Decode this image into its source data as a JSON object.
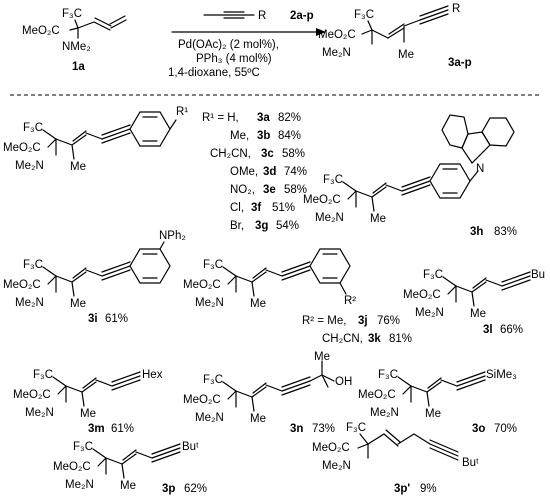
{
  "reaction": {
    "substrate_id": "1a",
    "reagent_id": "2a-p",
    "alkyne_R": "R",
    "product_id": "3a-p",
    "conditions": [
      "Pd(OAc)₂ (2 mol%),",
      "PPh₃ (4 mol%)",
      "1,4-dioxane, 55ºC"
    ]
  },
  "groups": {
    "cf3": "F₃C",
    "ester": "MeO₂C",
    "amine": "Me₂N",
    "amine_alt": "NMe₂",
    "methyl": "Me"
  },
  "aryl_series": {
    "r1_prefix": "R¹ = H,",
    "r1_label": "R¹",
    "items": [
      {
        "sub": "",
        "id": "3a",
        "yield": "82%"
      },
      {
        "sub": "Me,",
        "id": "3b",
        "yield": "84%"
      },
      {
        "sub": "CH₂CN,",
        "id": "3c",
        "yield": "58%"
      },
      {
        "sub": "OMe,",
        "id": "3d",
        "yield": "74%"
      },
      {
        "sub": "NO₂,",
        "id": "3e",
        "yield": "58%"
      },
      {
        "sub": "Cl,",
        "id": "3f",
        "yield": "51%"
      },
      {
        "sub": "Br,",
        "id": "3g",
        "yield": "54%"
      }
    ]
  },
  "products": {
    "p3h": {
      "id": "3h",
      "yield": "83%",
      "substituent": "N"
    },
    "p3i": {
      "id": "3i",
      "yield": "61%",
      "substituent": "NPh₂"
    },
    "p3jk": {
      "r2_label": "R²",
      "line1_prefix": "R² = Me,",
      "id_j": "3j",
      "yield_j": "76%",
      "line2_prefix": "CH₂CN,",
      "id_k": "3k",
      "yield_k": "81%"
    },
    "p3l": {
      "id": "3l",
      "yield": "66%",
      "substituent": "Bu"
    },
    "p3m": {
      "id": "3m",
      "yield": "61%",
      "substituent": "Hex"
    },
    "p3n": {
      "id": "3n",
      "yield": "73%",
      "substituent": "OH",
      "methyl": "Me"
    },
    "p3o": {
      "id": "3o",
      "yield": "70%",
      "substituent": "SiMe₃"
    },
    "p3p": {
      "id": "3p",
      "yield": "62%",
      "substituent": "Buᵗ"
    },
    "p3pp": {
      "id": "3p'",
      "yield": "9%",
      "substituent": "Buᵗ"
    }
  }
}
